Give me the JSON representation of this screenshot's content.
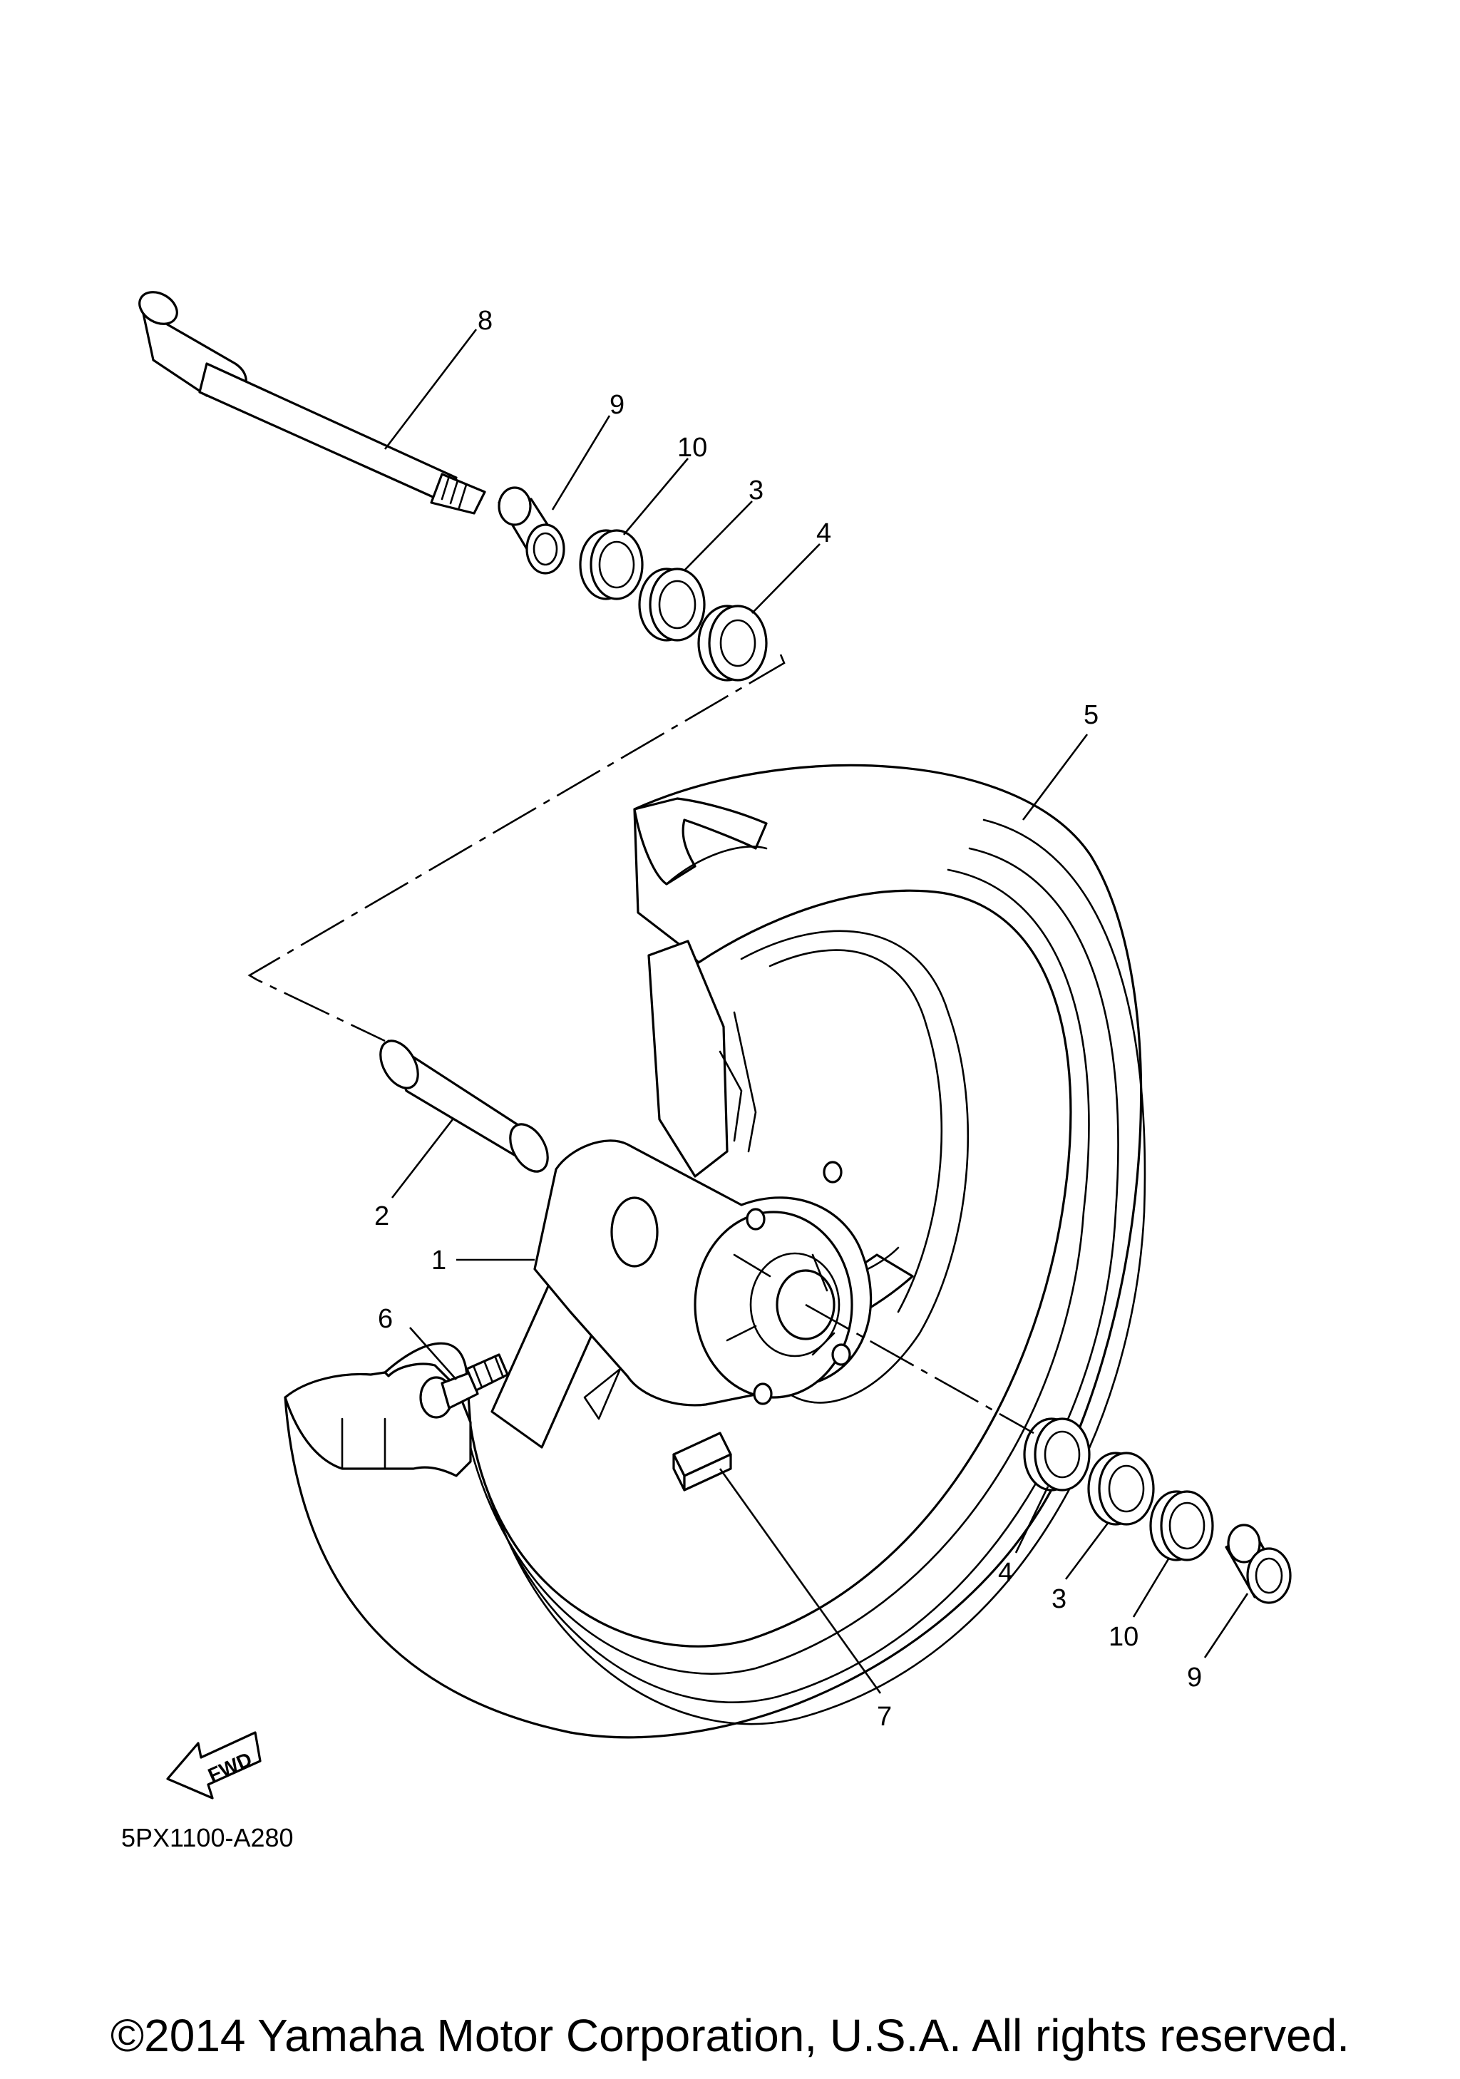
{
  "diagram": {
    "diagram_code": "5PX1100-A280",
    "fwd_label": "FWD",
    "callouts": {
      "c8": "8",
      "c9_top": "9",
      "c10_top": "10",
      "c3_top": "3",
      "c4_top": "4",
      "c5": "5",
      "c2": "2",
      "c1": "1",
      "c6": "6",
      "c4_bottom": "4",
      "c3_bottom": "3",
      "c10_bottom": "10",
      "c9_bottom": "9",
      "c7": "7"
    }
  },
  "footer": {
    "copyright": "©2014 Yamaha Motor Corporation, U.S.A. All rights reserved."
  }
}
